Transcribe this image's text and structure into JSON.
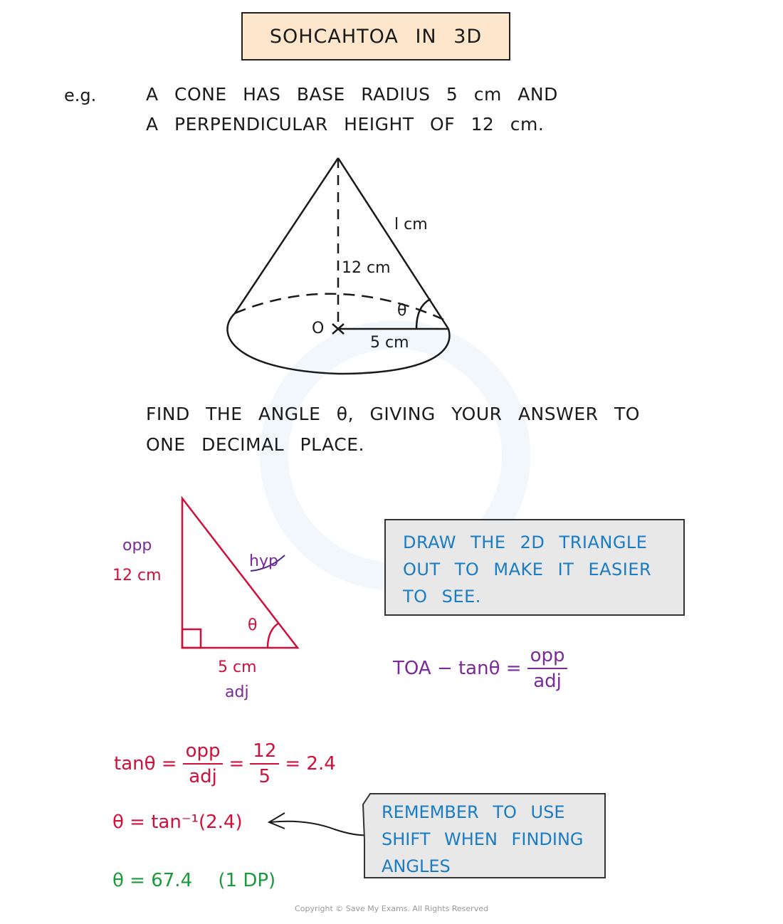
{
  "title": "SOHCAHTOA IN 3D",
  "example": {
    "prefix": "e.g.",
    "line1": "A CONE HAS BASE RADIUS 5 cm AND",
    "line2": "A PERPENDICULAR HEIGHT OF 12 cm."
  },
  "cone": {
    "slant_label": "l cm",
    "height_label": "12 cm",
    "angle_label": "θ",
    "centre_label": "O",
    "radius_label": "5 cm"
  },
  "question": {
    "line1": "FIND THE ANGLE θ, GIVING YOUR ANSWER TO",
    "line2": "ONE DECIMAL PLACE."
  },
  "triangle": {
    "opp_word": "opp",
    "opp_value": "12 cm",
    "hyp_word": "hyp",
    "angle_label": "θ",
    "adj_value": "5 cm",
    "adj_word": "adj"
  },
  "note_draw": {
    "line1": "DRAW THE 2D TRIANGLE",
    "line2": "OUT TO MAKE IT EASIER",
    "line3": "TO SEE."
  },
  "toa_formula": {
    "lhs": "TOA − tanθ =",
    "num": "opp",
    "den": "adj"
  },
  "working": {
    "step1_lhs": "tanθ =",
    "step1_num1": "opp",
    "step1_den1": "adj",
    "step1_eq2": "=",
    "step1_num2": "12",
    "step1_den2": "5",
    "step1_result": "= 2.4",
    "step2": "θ = tan⁻¹(2.4)",
    "step3_value": "θ = 67.4",
    "step3_note": "(1 DP)"
  },
  "note_shift": {
    "line1": "REMEMBER TO USE",
    "line2": "SHIFT WHEN FINDING",
    "line3": "ANGLES"
  },
  "copyright": "Copyright © Save My Exams. All Rights Reserved",
  "colors": {
    "red": "#d0103a",
    "purple": "#7b2a9a",
    "blue": "#1a7cc4",
    "green": "#1a9a3a",
    "title_bg": "#fde6cc",
    "note_bg": "#e8e8e8"
  }
}
